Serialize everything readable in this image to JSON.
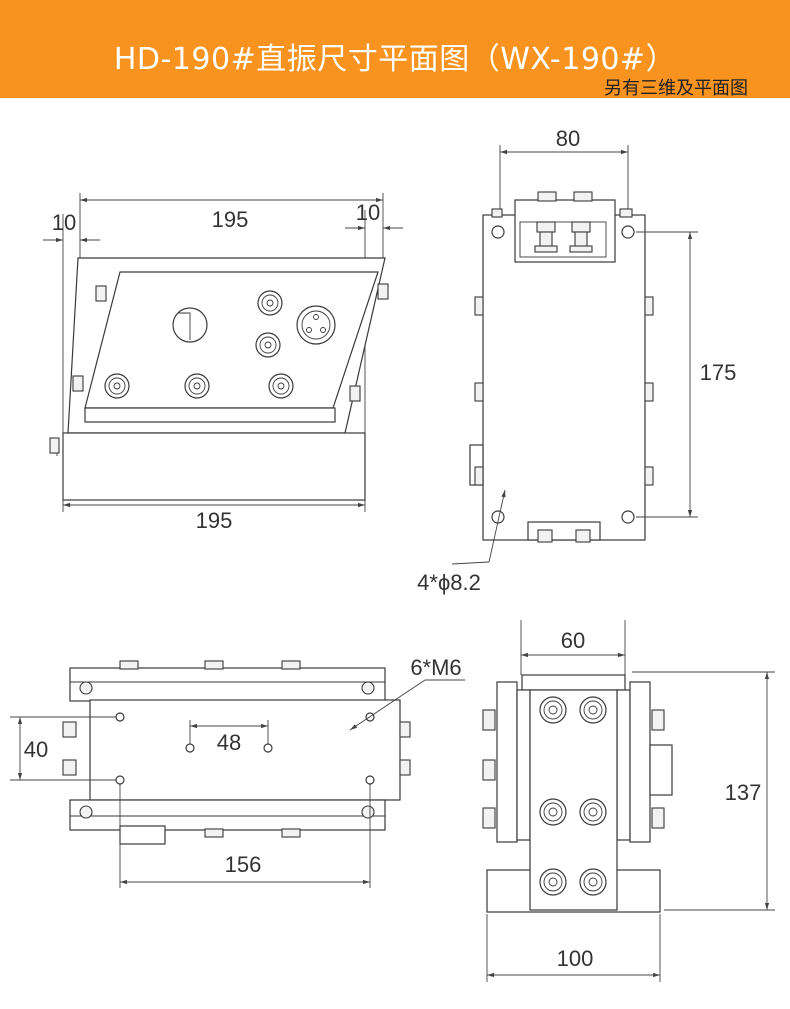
{
  "header": {
    "title": "HD-190#直振尺寸平面图（WX-190#）",
    "subtitle": "另有三维及平面图",
    "background_color": "#F7931E"
  },
  "side_view": {
    "left_offset": "10",
    "top_length": "195",
    "right_offset": "10",
    "base_length": "195"
  },
  "end_view": {
    "width": "80",
    "height": "175",
    "holes": "4*ϕ8.2"
  },
  "top_view": {
    "threads": "6*M6",
    "hole_spacing_y": "40",
    "hole_spacing_center": "48",
    "hole_spacing_x": "156"
  },
  "front_view": {
    "top_width": "60",
    "height": "137",
    "base_width": "100"
  },
  "colors": {
    "line": "#3a3a3a",
    "label": "#333333"
  }
}
